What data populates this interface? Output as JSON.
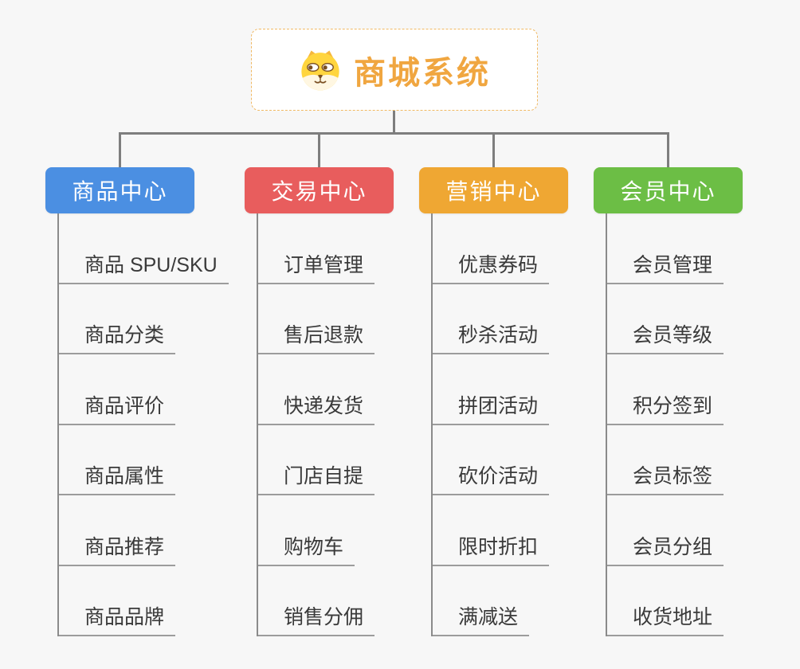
{
  "root": {
    "title": "商城系统",
    "icon": "dog-face-icon",
    "title_color": "#f0a640",
    "border_color": "#f0b964"
  },
  "connector_color": "#7e7e7e",
  "branches": [
    {
      "label": "商品中心",
      "color": "#4b8fe2",
      "items": [
        "商品 SPU/SKU",
        "商品分类",
        "商品评价",
        "商品属性",
        "商品推荐",
        "商品品牌"
      ]
    },
    {
      "label": "交易中心",
      "color": "#e85d5d",
      "items": [
        "订单管理",
        "售后退款",
        "快递发货",
        "门店自提",
        "购物车",
        "销售分佣"
      ]
    },
    {
      "label": "营销中心",
      "color": "#efa733",
      "items": [
        "优惠券码",
        "秒杀活动",
        "拼团活动",
        "砍价活动",
        "限时折扣",
        "满减送"
      ]
    },
    {
      "label": "会员中心",
      "color": "#6cbe45",
      "items": [
        "会员管理",
        "会员等级",
        "积分签到",
        "会员标签",
        "会员分组",
        "收货地址"
      ]
    }
  ]
}
